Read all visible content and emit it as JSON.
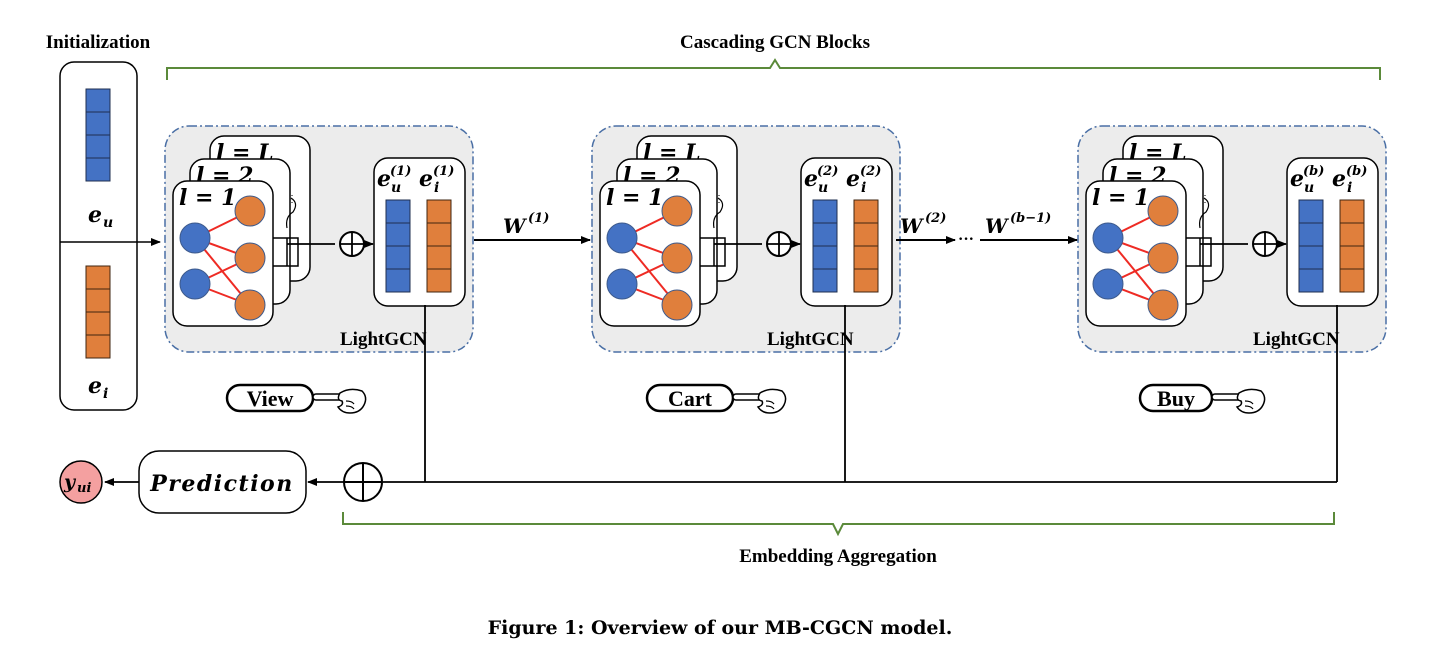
{
  "colors": {
    "user_blue": "#4472c4",
    "item_orange": "#e07f3c",
    "edge_red": "#ee2b24",
    "brace_green": "#5b8a3a",
    "block_bg": "#ececec",
    "block_border": "#4a6fa5",
    "prediction_node": "#f4a0a0"
  },
  "labels": {
    "initialization": "Initialization",
    "cascading": "Cascading GCN Blocks",
    "aggregation": "Embedding Aggregation",
    "prediction": "Prediction",
    "output_main": "y",
    "output_sub": "ui",
    "eu_main": "e",
    "eu_sub": "u",
    "ei_main": "e",
    "ei_sub": "i",
    "w1": "W",
    "w1_sup": "(1)",
    "w2": "W",
    "w2_sup": "(2)",
    "wb": "W",
    "wb_sup": "(b−1)",
    "dots": "···"
  },
  "blocks": [
    {
      "name": "lightgcn",
      "title": "LightGCN",
      "behavior": "View",
      "sup": "(1)",
      "layers": [
        "l = L",
        "l = 2",
        "l = 1"
      ]
    },
    {
      "name": "lightgcn",
      "title": "LightGCN",
      "behavior": "Cart",
      "sup": "(2)",
      "layers": [
        "l = L",
        "l = 2",
        "l = 1"
      ]
    },
    {
      "name": "lightgcn",
      "title": "LightGCN",
      "behavior": "Buy",
      "sup": "(b)",
      "layers": [
        "l = L",
        "l = 2",
        "l = 1"
      ]
    }
  ],
  "caption": "Figure 1: Overview of our MB-CGCN model."
}
